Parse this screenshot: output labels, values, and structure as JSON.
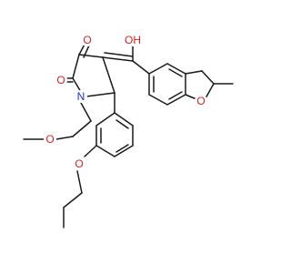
{
  "molecule": {
    "atom_labels": {
      "ketone_o_top": "O",
      "carbonyl_o_left": "O",
      "enol_oh": "OH",
      "nitrogen": "N",
      "methoxy_o": "O",
      "propoxy_o": "O",
      "furan_o": "O"
    },
    "colors": {
      "bond": "#1a1a1a",
      "oxygen": "#d62020",
      "nitrogen": "#2030d0",
      "background": "#ffffff"
    }
  }
}
